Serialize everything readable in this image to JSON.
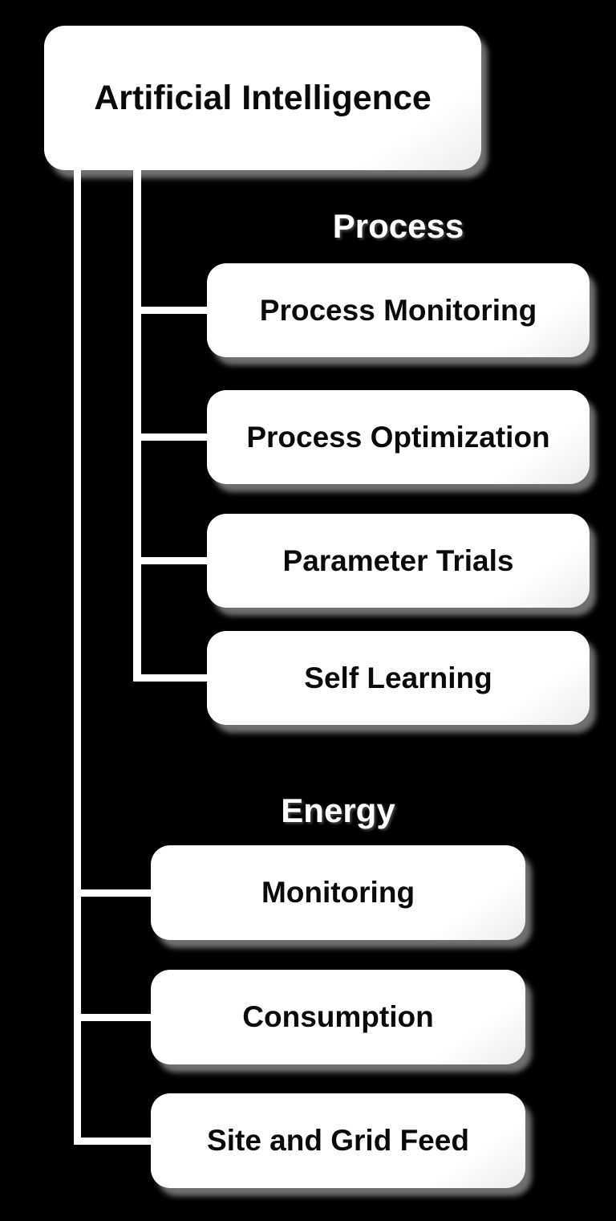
{
  "diagram": {
    "root": {
      "label": "Artificial Intelligence"
    },
    "groups": [
      {
        "label": "Process",
        "children": [
          {
            "label": "Process Monitoring"
          },
          {
            "label": "Process Optimization"
          },
          {
            "label": "Parameter Trials"
          },
          {
            "label": "Self Learning"
          }
        ]
      },
      {
        "label": "Energy",
        "children": [
          {
            "label": "Monitoring"
          },
          {
            "label": "Consumption"
          },
          {
            "label": "Site and Grid Feed"
          }
        ]
      }
    ]
  },
  "colors": {
    "background": "#000000",
    "node_fill": "#ffffff",
    "node_text": "#0a0a0a",
    "connector": "#ffffff",
    "label_text": "#ffffff",
    "shadow_gray": "#969696"
  }
}
